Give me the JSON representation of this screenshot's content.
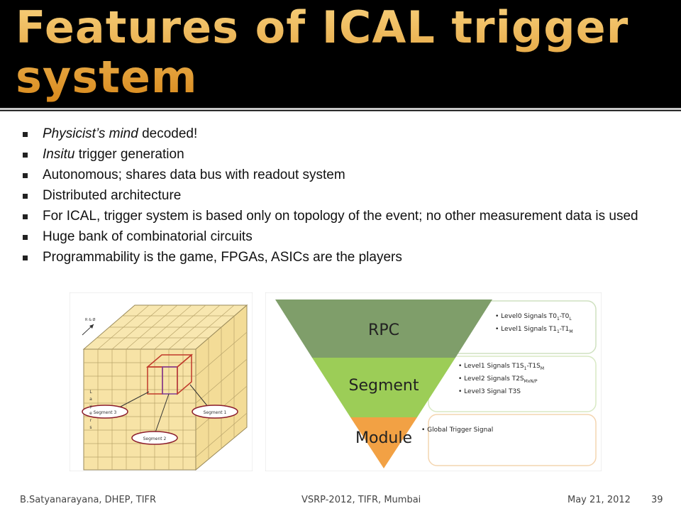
{
  "title": "Features of ICAL trigger system",
  "bullets": [
    {
      "italic": "Physicist’s mind",
      "rest": " decoded!"
    },
    {
      "italic": "Insitu",
      "rest": " trigger generation"
    },
    {
      "italic": "",
      "rest": "Autonomous; shares data bus with readout system"
    },
    {
      "italic": "",
      "rest": "Distributed architecture"
    },
    {
      "italic": "",
      "rest": "For ICAL, trigger system is based only on topology of the event; no other measurement data is used"
    },
    {
      "italic": "",
      "rest": "Huge bank of combinatorial circuits"
    },
    {
      "italic": "",
      "rest": "Programmability is the game, FPGAs, ASICs are the players"
    }
  ],
  "cube_figure": {
    "corner_label": "R & Ø",
    "side_letters": [
      "L",
      "a",
      "y",
      "e",
      "r",
      "s"
    ],
    "segment_labels": [
      "Segment 3",
      "Segment 2",
      "Segment 1"
    ]
  },
  "pyramid": {
    "levels": [
      {
        "name": "RPC",
        "color": "#7f9e6a",
        "signals": [
          {
            "text": "Level0 Signals T0",
            "s1": "1",
            "mid": "-T0",
            "s2": "L"
          },
          {
            "text": "Level1 Signals T1",
            "s1": "1",
            "mid": "-T1",
            "s2": "M"
          }
        ]
      },
      {
        "name": "Segment",
        "color": "#9ccd57",
        "signals": [
          {
            "text": "Level1 Signals T1S",
            "s1": "1",
            "mid": "-T1S",
            "s2": "M"
          },
          {
            "text": "Level2 Signals T2S",
            "s1": "",
            "mid": "",
            "s2": "MxN/P"
          },
          {
            "text": "Level3 Signal T3S",
            "s1": "",
            "mid": "",
            "s2": ""
          }
        ]
      },
      {
        "name": "Module",
        "color": "#f2a144",
        "signals": [
          {
            "text": "Global Trigger Signal",
            "s1": "",
            "mid": "",
            "s2": ""
          }
        ]
      }
    ]
  },
  "footer": {
    "author": "B.Satyanarayana, DHEP, TIFR",
    "event": "VSRP-2012, TIFR, Mumbai",
    "date": "May 21, 2012",
    "page": "39"
  }
}
